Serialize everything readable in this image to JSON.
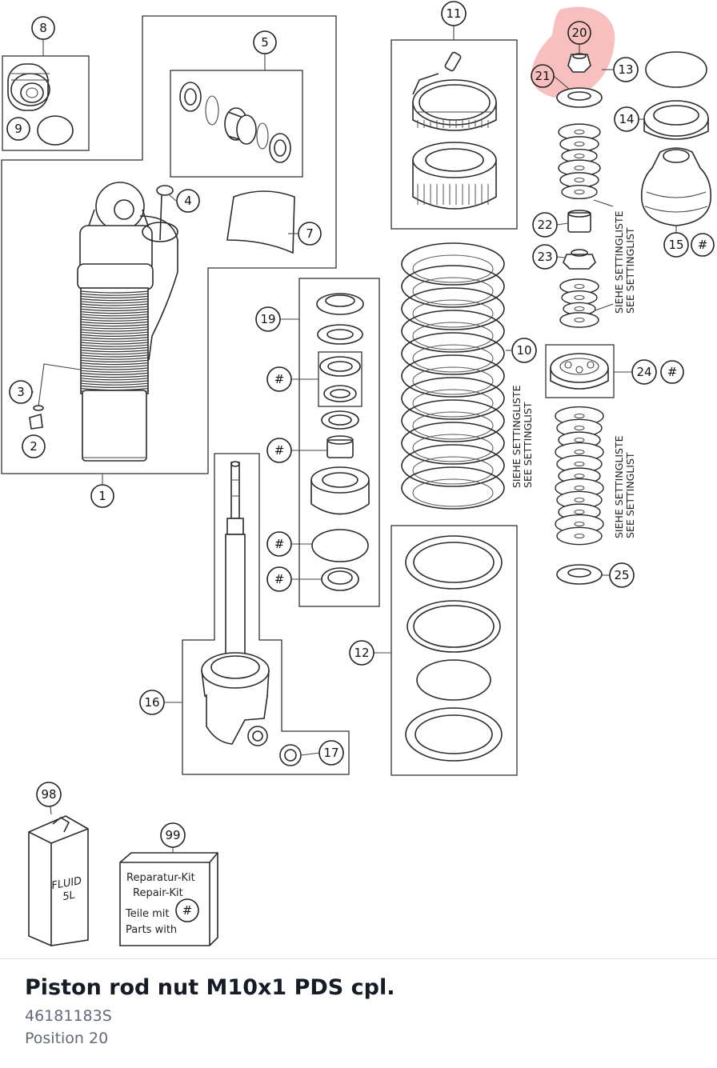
{
  "part": {
    "title": "Piston rod nut M10x1 PDS cpl.",
    "number": "46181183S",
    "position": "Position 20"
  },
  "diagram": {
    "highlight_color": "#f28b8b",
    "callouts": {
      "c1": "1",
      "c2": "2",
      "c3": "3",
      "c4": "4",
      "c5": "5",
      "c7": "7",
      "c8": "8",
      "c9": "9",
      "c10": "10",
      "c11": "11",
      "c12": "12",
      "c13": "13",
      "c14": "14",
      "c15": "15",
      "c16": "16",
      "c17": "17",
      "c19": "19",
      "c20": "20",
      "c21": "21",
      "c22": "22",
      "c23": "23",
      "c24": "24",
      "c25": "25",
      "c98": "98",
      "c99": "99",
      "hash": "#"
    },
    "setting_de": "SIEHE SETTINGLISTE",
    "setting_en": "SEE SETTINGLIST",
    "fluid_label_1": "FLUID",
    "fluid_label_2": "5L",
    "kit": {
      "line1": "Reparatur-Kit",
      "line2": "Repair-Kit",
      "line3": "Teile mit",
      "line4": "Parts with"
    }
  }
}
